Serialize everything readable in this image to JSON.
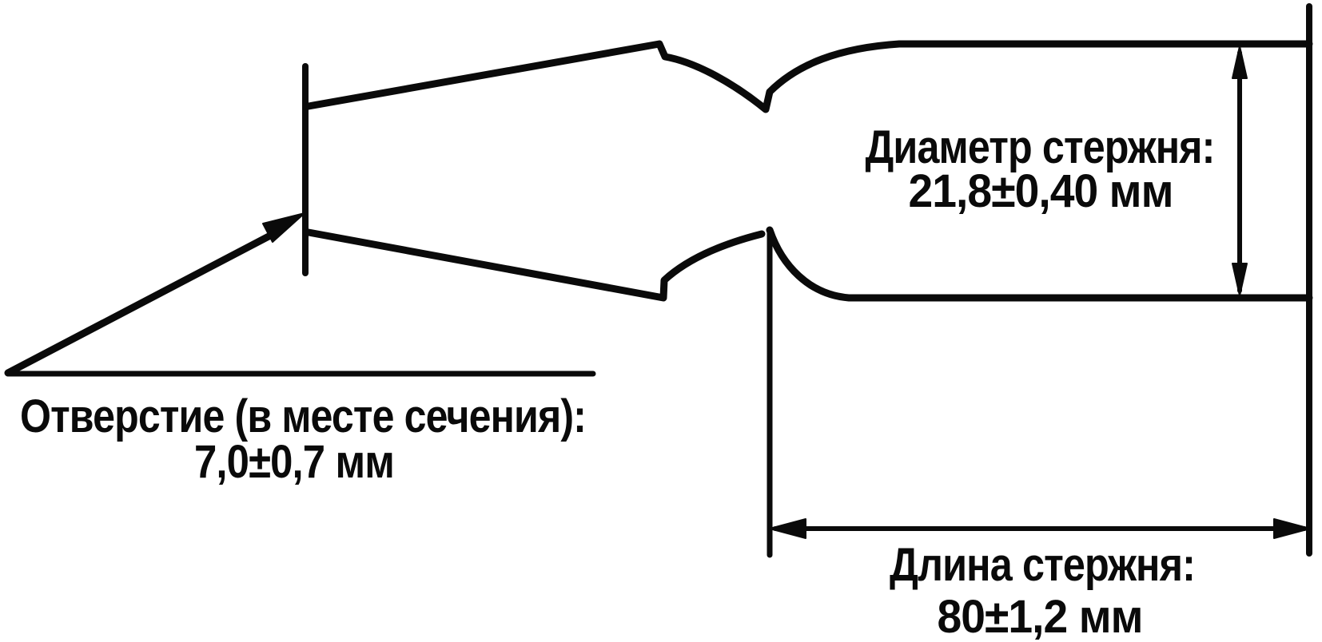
{
  "labels": {
    "diameter": {
      "line1": "Диаметр стержня:",
      "line2": "21,8±0,40 мм"
    },
    "hole": {
      "line1": "Отверстие (в месте сечения):",
      "line2": "7,0±0,7 мм"
    },
    "length": {
      "line1": "Длина стержня:",
      "line2": "80±1,2 мм"
    }
  },
  "measurements": {
    "rod_diameter": {
      "value": "21,8",
      "tolerance": "0,40",
      "unit": "мм"
    },
    "hole_at_section": {
      "value": "7,0",
      "tolerance": "0,7",
      "unit": "мм"
    },
    "rod_length": {
      "value": "80",
      "tolerance": "1,2",
      "unit": "мм"
    }
  },
  "colors": {
    "ink": "#0a0a0a",
    "background": "#ffffff"
  }
}
